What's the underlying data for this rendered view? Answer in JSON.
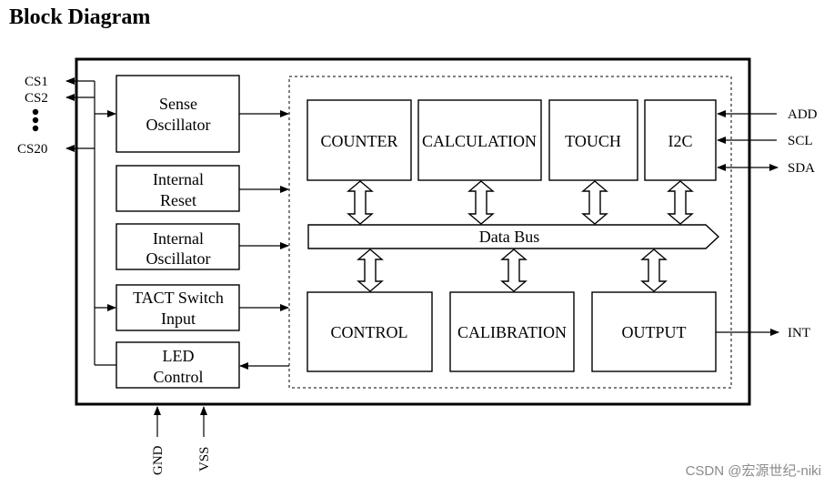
{
  "title": "Block Diagram",
  "left_pins": {
    "cs1": "CS1",
    "cs2": "CS2",
    "cs20": "CS20"
  },
  "right_pins": {
    "add": "ADD",
    "scl": "SCL",
    "sda": "SDA",
    "int": "INT"
  },
  "bottom_pins": {
    "gnd": "GND",
    "vss": "VSS"
  },
  "left_blocks": {
    "sense_oscillator": [
      "Sense",
      "Oscillator"
    ],
    "internal_reset": [
      "Internal",
      "Reset"
    ],
    "internal_oscillator": [
      "Internal",
      "Oscillator"
    ],
    "tact_switch_input": [
      "TACT Switch",
      "Input"
    ],
    "led_control": [
      "LED",
      "Control"
    ]
  },
  "core_blocks": {
    "counter": "COUNTER",
    "calculation": "CALCULATION",
    "touch": "TOUCH",
    "i2c": "I2C",
    "control": "CONTROL",
    "calibration": "CALIBRATION",
    "output": "OUTPUT"
  },
  "data_bus": "Data Bus",
  "watermark": "CSDN @宏源世纪-niki"
}
